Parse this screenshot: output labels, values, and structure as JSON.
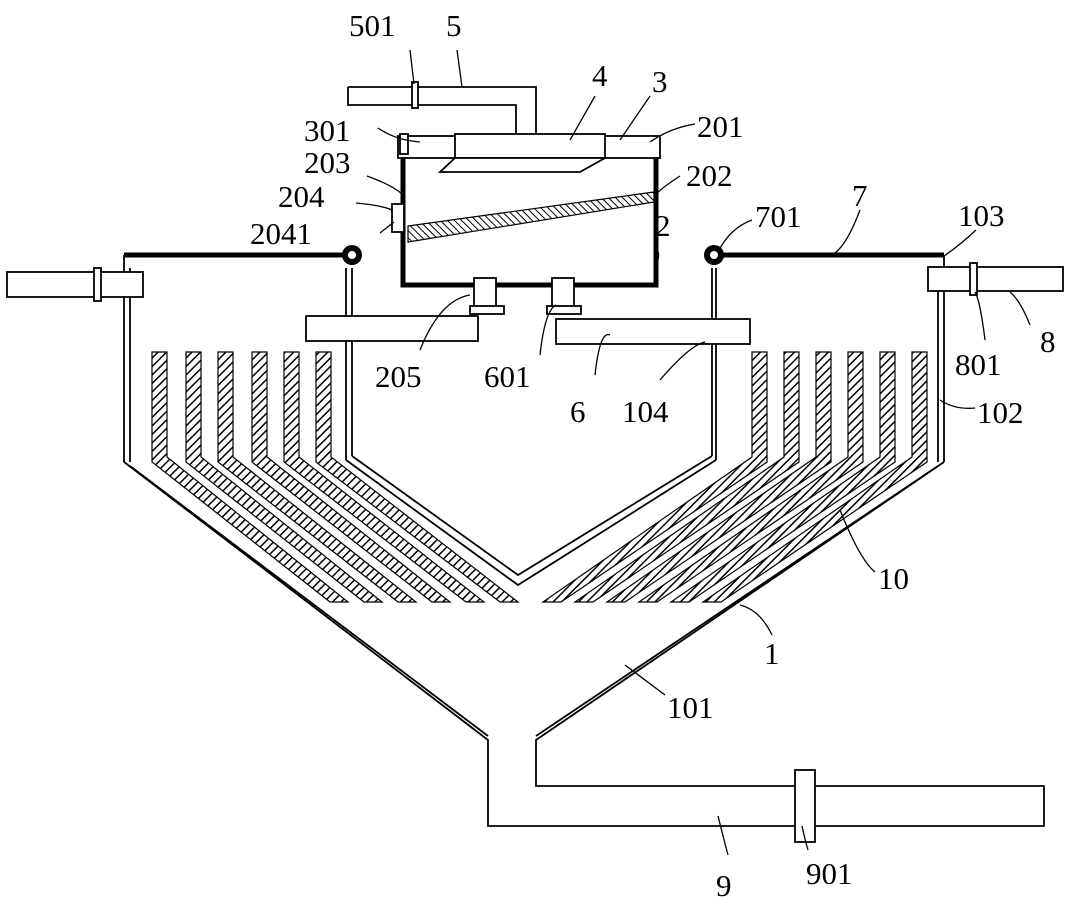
{
  "labels": {
    "l501": "501",
    "l5": "5",
    "l4": "4",
    "l3": "3",
    "l301": "301",
    "l201": "201",
    "l203": "203",
    "l202": "202",
    "l204": "204",
    "l2041": "2041",
    "l701": "701",
    "l7": "7",
    "l103": "103",
    "l2": "2",
    "l205": "205",
    "l601": "601",
    "l801": "801",
    "l8": "8",
    "l6": "6",
    "l104": "104",
    "l102": "102",
    "l10": "10",
    "l1": "1",
    "l101": "101",
    "l9": "9",
    "l901": "901"
  }
}
